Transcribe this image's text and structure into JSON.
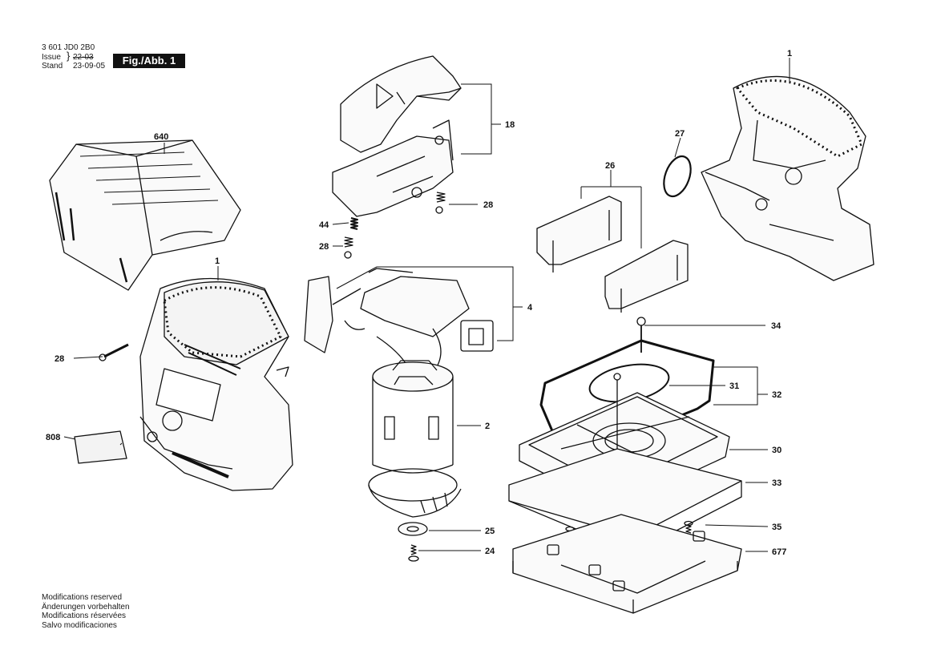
{
  "header": {
    "doc_number": "3 601 JD0 2B0",
    "issue_label": "Issue",
    "stand_label": "Stand",
    "issue_struck": "22-03",
    "issue_date": "23-09-05",
    "fig_label": "Fig./Abb. 1"
  },
  "footer": {
    "lines": [
      "Modifications reserved",
      "Änderungen vorbehalten",
      "Modifications réservées",
      "Salvo modificaciones"
    ]
  },
  "parts": {
    "p1_top": "1",
    "p18": "18",
    "p28_upper": "28",
    "p44": "44",
    "p28_mid": "28",
    "p640": "640",
    "p1_left": "1",
    "p28_left": "28",
    "p808": "808",
    "p27": "27",
    "p26": "26",
    "p4": "4",
    "p34": "34",
    "p2": "2",
    "p31": "31",
    "p32": "32",
    "p30": "30",
    "p33": "33",
    "p25": "25",
    "p35": "35",
    "p24": "24",
    "p677": "677"
  }
}
